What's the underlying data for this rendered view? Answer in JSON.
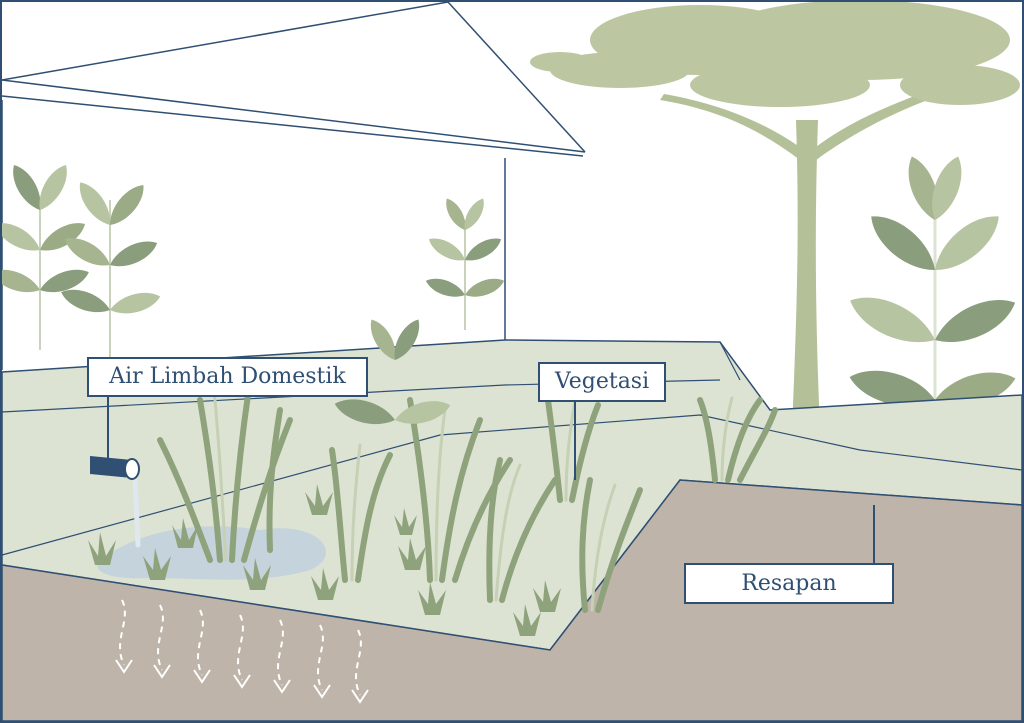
{
  "labels": {
    "wastewater": "Air Limbah Domestik",
    "vegetation": "Vegetasi",
    "infiltration": "Resapan"
  },
  "colors": {
    "outline": "#2f4f73",
    "pipe": "#2f4f73",
    "ground_surface": "#dde3d2",
    "soil": "#bfb4a9",
    "water": "#c4d3dc",
    "leaf_dark": "#8a9e7e",
    "leaf_light": "#b7c4a1",
    "grass": "#9fb08a",
    "tree": "#b9c49c"
  },
  "icons": [
    "pipe-icon",
    "infiltration-arrow-icon",
    "tree-icon",
    "shrub-icon",
    "grass-clump-icon"
  ]
}
